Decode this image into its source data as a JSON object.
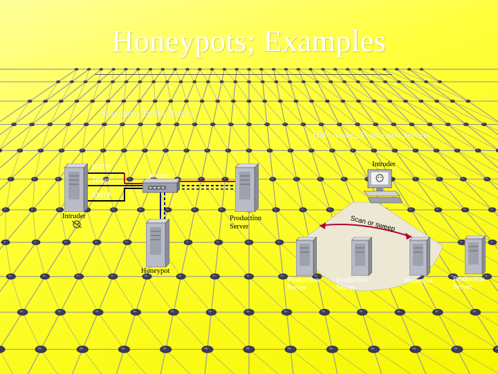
{
  "slide": {
    "title": "Honeypots; Examples",
    "caption_left": "Suspicious Traffic Rerout",
    "caption_right": "Hide Among Production Servers"
  },
  "diagram_left": {
    "labels": {
      "http": "HTTP",
      "telnet": "Telnet",
      "smtp": "SMTP",
      "router": "Router",
      "intruder": "Intruder",
      "production_server_line1": "Production",
      "production_server_line2": "Server",
      "honeypot": "Honeypot"
    }
  },
  "diagram_right": {
    "labels": {
      "intruder": "Intruder",
      "scan": "Scan or sweep",
      "server1_line1": "Production",
      "server1_line2": "Server",
      "server2_line1": "Production",
      "server2_line2": "Server",
      "honeypot": "Honeypot",
      "server4_line1": "Production",
      "server4_line2": "Server"
    }
  },
  "colors": {
    "background": "#ffff3c",
    "title": "#ffffff",
    "grid_node": "#3c3c5a",
    "grid_line": "#9a9a9a",
    "server_body": "#b9bcc6",
    "reroute_line": "#b00030",
    "normal_line": "#000080",
    "scan_fan": "#ece8d4"
  }
}
